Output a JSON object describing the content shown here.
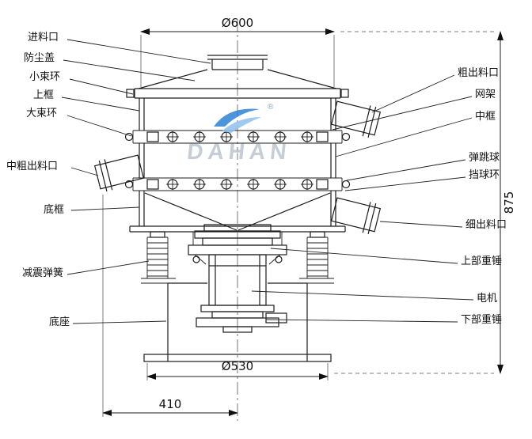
{
  "watermark": "DAHAN",
  "registered": "®",
  "dimensions": {
    "top_diameter": "Ø600",
    "total_height": "875",
    "bottom_diameter": "Ø530",
    "base_width": "410"
  },
  "labels_left": [
    {
      "text": "进料口"
    },
    {
      "text": "防尘盖"
    },
    {
      "text": "小束环"
    },
    {
      "text": "上框"
    },
    {
      "text": "大束环"
    },
    {
      "text": "中粗出料口"
    },
    {
      "text": "底框"
    },
    {
      "text": "减震弹簧"
    },
    {
      "text": "底座"
    }
  ],
  "labels_right": [
    {
      "text": "粗出料口"
    },
    {
      "text": "网架"
    },
    {
      "text": "中框"
    },
    {
      "text": "弹跳球"
    },
    {
      "text": "挡球环"
    },
    {
      "text": "细出料口"
    },
    {
      "text": "上部重锤"
    },
    {
      "text": "电机"
    },
    {
      "text": "下部重锤"
    }
  ]
}
